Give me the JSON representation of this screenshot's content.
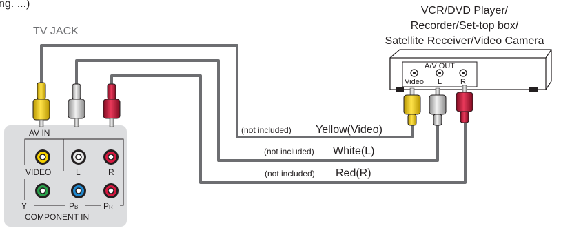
{
  "top_fragment": "ng. ...)",
  "tv_jack_title": "TV JACK",
  "device": {
    "title_line1": "VCR/DVD Player/",
    "title_line2": "Recorder/Set-top box/",
    "title_line3": "Satellite Receiver/Video Camera",
    "av_out_label": "A/V OUT",
    "jacks": [
      "Video",
      "L",
      "R"
    ]
  },
  "tv_panel": {
    "av_in_label": "AV IN",
    "video_label": "VIDEO",
    "l_label": "L",
    "r_label": "R",
    "y_label": "Y",
    "pb_label": "P",
    "pb_sub": "B",
    "pr_label": "P",
    "pr_sub": "R",
    "component_label": "COMPONENT IN"
  },
  "cables": [
    {
      "note": "(not included)",
      "label": "Yellow(Video)",
      "color": "#f5d000"
    },
    {
      "note": "(not included)",
      "label": "White(L)",
      "color": "#c8c8c8"
    },
    {
      "note": "(not included)",
      "label": "Red(R)",
      "color": "#c4163a"
    }
  ],
  "colors": {
    "cable": "#6d6e71",
    "panel_bg": "#dcdddf",
    "yellow": "#f5d000",
    "white": "#c8c8c8",
    "red": "#c4163a",
    "green": "#2aa04a",
    "blue": "#1e88d0"
  }
}
